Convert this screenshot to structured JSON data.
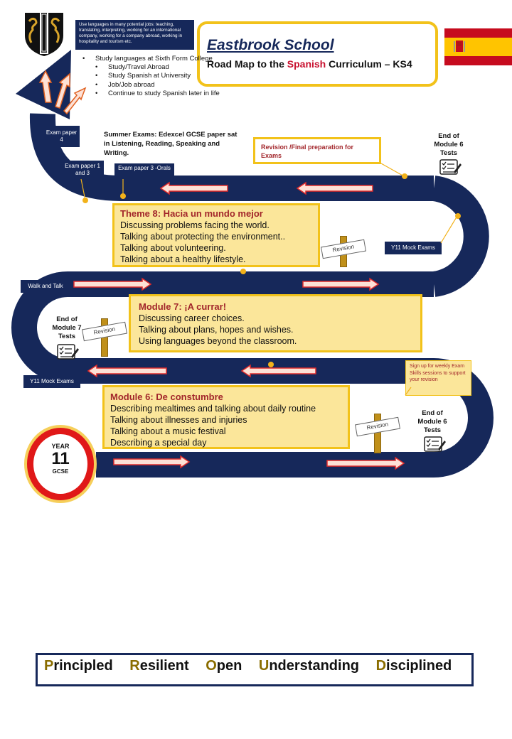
{
  "header": {
    "school": "Eastbrook  School",
    "title_prefix": "Road Map to  the ",
    "title_subject": "Spanish",
    "title_suffix": " Curriculum – KS4"
  },
  "intro_box": "Use languages in many potential jobs: teaching, translating, interpreting, working for an international company, working for a company abroad, working in hospitality and tourism etc.",
  "future_list": [
    "Study languages at Sixth Form College",
    "Study/Travel Abroad",
    "Study Spanish at University",
    "Job/Job abroad",
    "Continue to study Spanish later in life"
  ],
  "summer_exams": "Summer Exams: Edexcel GCSE paper sat in Listening, Reading, Speaking and Writing.",
  "labels": {
    "exam_paper4": "Exam paper 4",
    "exam_paper13": "Exam paper 1 and 3",
    "exam_paper3_orals": "Exam paper 3 -Orals",
    "revision_final": "Revision /Final preparation for Exams",
    "end_module6_top": "End of Module 6 Tests",
    "y11_mock_right": "Y11 Mock Exams",
    "walk_talk": "Walk and Talk",
    "end_module7": "End of Module 7 Tests",
    "y11_mock_left": "Y11 Mock Exams",
    "sign_up": "Sign up for weekly Exam Skills sessions to support your revision",
    "end_module6_bottom": "End of Module 6 Tests",
    "revision": "Revision"
  },
  "theme8": {
    "title": "Theme 8: Hacia un mundo mejor",
    "lines": [
      "Discussing problems facing the world.",
      "Talking about protecting the environment..",
      "Talking about volunteering.",
      "Talking about a healthy lifestyle."
    ]
  },
  "module7": {
    "title": "Module 7: ¡A currar!",
    "lines": [
      "Discussing career choices.",
      "Talking about plans, hopes and wishes.",
      "Using languages beyond the classroom."
    ]
  },
  "module6": {
    "title": "Module 6: De constumbre",
    "lines": [
      "Describing mealtimes and talking about daily routine",
      "Talking about illnesses and injuries",
      "Talking about a music festival",
      "Describing a special day"
    ]
  },
  "year_badge": {
    "top": "YEAR",
    "number": "11",
    "bottom": "GCSE"
  },
  "values": [
    {
      "initial": "P",
      "rest": "rincipled"
    },
    {
      "initial": "R",
      "rest": "esilient"
    },
    {
      "initial": "O",
      "rest": "pen"
    },
    {
      "initial": "U",
      "rest": "nderstanding"
    },
    {
      "initial": "D",
      "rest": "isciplined"
    }
  ],
  "colors": {
    "navy": "#16285a",
    "yellow": "#f2c21a",
    "red": "#a2262b",
    "gold": "#8a6d00"
  }
}
